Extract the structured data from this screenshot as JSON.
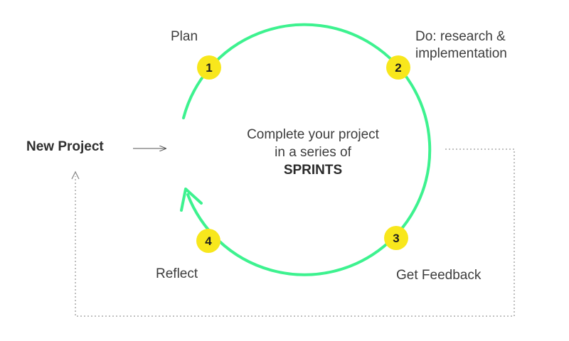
{
  "steps": [
    {
      "number": "1",
      "label": "Plan"
    },
    {
      "number": "2",
      "label_line1": "Do: research &",
      "label_line2": "implementation"
    },
    {
      "number": "3",
      "label": "Get Feedback"
    },
    {
      "number": "4",
      "label": "Reflect"
    }
  ],
  "start": {
    "label": "New Project"
  },
  "center": {
    "line1": "Complete your project",
    "line2": "in a series of",
    "line3": "SPRINTS"
  },
  "colors": {
    "cycle": "#3df28f",
    "badge": "#f8e71c",
    "arrow": "#555555",
    "dotted": "#9b9b9b"
  }
}
